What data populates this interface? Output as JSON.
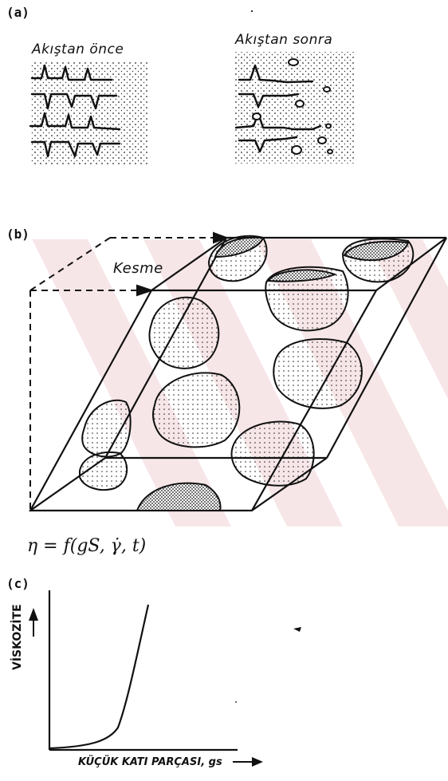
{
  "panel_a": {
    "label": "(a)",
    "before_caption": "Akıştan önce",
    "after_caption": "Akıştan sonra"
  },
  "panel_b": {
    "label": "(b)",
    "shear_label": "Kesme",
    "formula": "η = f(gS, γ̇, t)"
  },
  "panel_c": {
    "label": "(c)",
    "y_axis_label": "VİSKOZİTE",
    "x_axis_label": "KÜÇÜK KATI PARÇASI, gs"
  }
}
